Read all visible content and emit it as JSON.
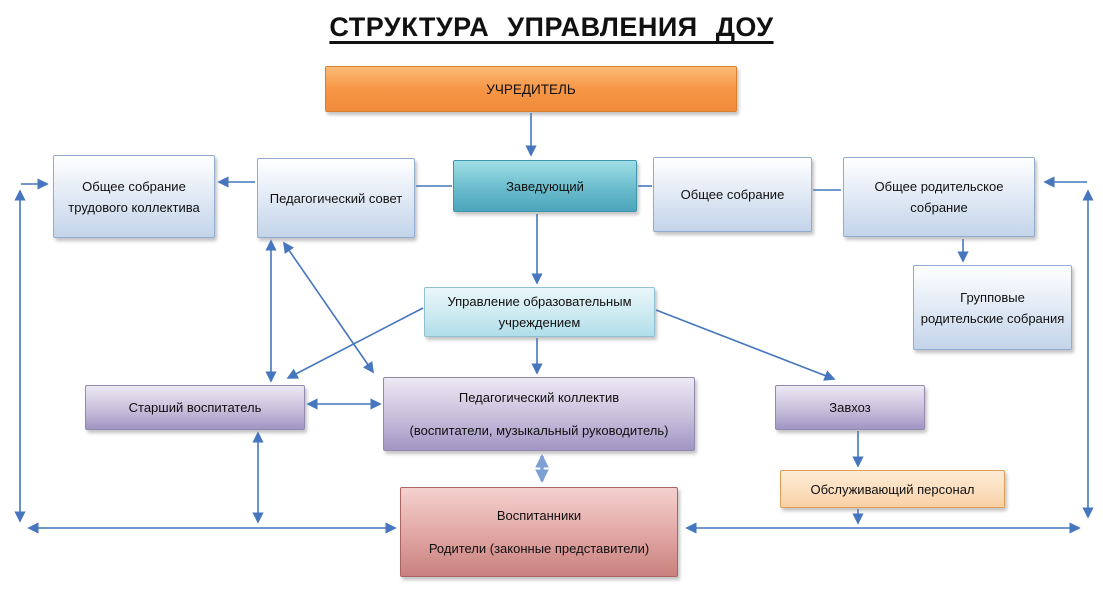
{
  "title": "СТРУКТУРА УПРАВЛЕНИЯ ДОУ",
  "nodes": {
    "founder": "УЧРЕДИТЕЛЬ",
    "staff_meeting": "Общее собрание трудового коллектива",
    "ped_council": "Педагогический совет",
    "head": "Заведующий",
    "general_meeting": "Общее собрание",
    "parents_meeting": "Общее родительское собрание",
    "group_meetings": "Групповые родительские собрания",
    "management": "Управление образовательным учреждением",
    "senior_teacher": "Старший воспитатель",
    "ped_staff_line1": "Педагогический коллектив",
    "ped_staff_line2": "(воспитатели, музыкальный руководитель)",
    "zavhoz": "Завхоз",
    "service_staff": "Обслуживающий персонал",
    "pupils_line1": "Воспитанники",
    "pupils_line2": "Родители (законные представители)"
  },
  "colors": {
    "arrow": "#4576be",
    "arrow_thick": "#7e9fd4",
    "founder_fill": "#f79646",
    "blue_fill": "#c3d4ea",
    "blue_border": "#91acce",
    "teal_fill": "#4ba5bb",
    "cyan_fill": "#afdee9",
    "purple_fill": "#a195c3",
    "peach_fill": "#fbddbc",
    "pink_fill": "#c9817e",
    "title_color": "#000000"
  }
}
